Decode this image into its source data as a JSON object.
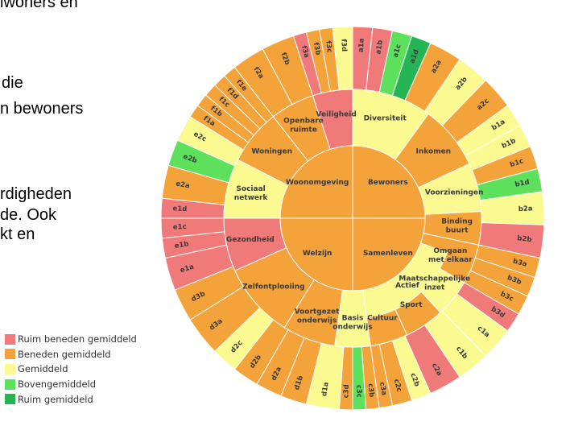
{
  "background_text": [
    "lwoners en",
    "die",
    "n bewoners",
    "rdigheden",
    "de. Ook",
    "kt en"
  ],
  "colors": {
    "ruim_beneden": "#f07a7a",
    "beneden": "#f4a23a",
    "gemiddeld": "#fafa91",
    "boven": "#5de15d",
    "ruim_boven": "#25b554",
    "core": "#f4a23a",
    "stroke": "#ffffff"
  },
  "legend": [
    {
      "label": "Ruim beneden gemiddeld",
      "color": "#f07a7a"
    },
    {
      "label": "Beneden gemiddeld",
      "color": "#f4a23a"
    },
    {
      "label": "Gemiddeld",
      "color": "#fafa91"
    },
    {
      "label": "Bovengemiddeld",
      "color": "#5de15d"
    },
    {
      "label": "Ruim gemiddeld",
      "color": "#25b554"
    }
  ],
  "chart_data": {
    "type": "sunburst",
    "core": [
      {
        "label": "Bewoners",
        "from": 0,
        "to": 90
      },
      {
        "label": "Samenleven",
        "from": 90,
        "to": 180
      },
      {
        "label": "Welzijn",
        "from": 180,
        "to": 270
      },
      {
        "label": "Woonomgeving",
        "from": 270,
        "to": 360
      }
    ],
    "themes": [
      {
        "label": "Diversiteit",
        "from": 0,
        "to": 36,
        "rating": "gemiddeld"
      },
      {
        "label": "Inkomen",
        "from": 36,
        "to": 65,
        "rating": "beneden"
      },
      {
        "label": "Voorzieningen",
        "from": 65,
        "to": 87,
        "rating": "gemiddeld"
      },
      {
        "label": "Binding buurt",
        "from": 87,
        "to": 102,
        "rating": "beneden"
      },
      {
        "label": "Omgaan met elkaar",
        "from": 102,
        "to": 120,
        "rating": "beneden"
      },
      {
        "label": "Maatschappelijke inzet",
        "from": 120,
        "to": 137,
        "rating": "gemiddeld"
      },
      {
        "label": "Sport",
        "from": 137,
        "to": 155,
        "rating": "beneden"
      },
      {
        "label": "Cultuur",
        "from": 155,
        "to": 172,
        "rating": "beneden"
      },
      {
        "label": "Actief",
        "from": 110,
        "to": 172,
        "rating": "gemiddeld",
        "level": 1.5
      },
      {
        "label": "Basis onderwijs",
        "from": 172,
        "to": 188,
        "rating": "gemiddeld"
      },
      {
        "label": "Voortgezet onderwijs",
        "from": 188,
        "to": 212,
        "rating": "beneden"
      },
      {
        "label": "Zelfontplooiing",
        "from": 212,
        "to": 246,
        "rating": "beneden"
      },
      {
        "label": "Gezondheid",
        "from": 246,
        "to": 270,
        "rating": "ruim_beneden"
      },
      {
        "label": "Sociaal netwerk",
        "from": 270,
        "to": 297,
        "rating": "gemiddeld"
      },
      {
        "label": "Woningen",
        "from": 297,
        "to": 322,
        "rating": "beneden"
      },
      {
        "label": "Openbare ruimte",
        "from": 322,
        "to": 342,
        "rating": "beneden"
      },
      {
        "label": "Veiligheid",
        "from": 342,
        "to": 360,
        "rating": "ruim_beneden"
      }
    ],
    "segments": [
      {
        "label": "a1a",
        "from": 0,
        "to": 6,
        "rating": "ruim_beneden"
      },
      {
        "label": "a1b",
        "from": 6,
        "to": 12,
        "rating": "ruim_beneden"
      },
      {
        "label": "a1c",
        "from": 12,
        "to": 18,
        "rating": "boven"
      },
      {
        "label": "a1d",
        "from": 18,
        "to": 24,
        "rating": "ruim_boven"
      },
      {
        "label": "a2a",
        "from": 24,
        "to": 34,
        "rating": "beneden"
      },
      {
        "label": "a2b",
        "from": 34,
        "to": 44,
        "rating": "gemiddeld"
      },
      {
        "label": "a2c",
        "from": 44,
        "to": 54,
        "rating": "beneden"
      },
      {
        "label": "b1a",
        "from": 54,
        "to": 61,
        "rating": "gemiddeld"
      },
      {
        "label": "b1b",
        "from": 61,
        "to": 68,
        "rating": "gemiddeld"
      },
      {
        "label": "b1c",
        "from": 68,
        "to": 75,
        "rating": "beneden"
      },
      {
        "label": "b1d",
        "from": 75,
        "to": 82,
        "rating": "boven"
      },
      {
        "label": "b2a",
        "from": 82,
        "to": 92,
        "rating": "gemiddeld"
      },
      {
        "label": "b2b",
        "from": 92,
        "to": 102,
        "rating": "ruim_beneden"
      },
      {
        "label": "b3a",
        "from": 102,
        "to": 108,
        "rating": "beneden"
      },
      {
        "label": "b3b",
        "from": 108,
        "to": 114,
        "rating": "beneden"
      },
      {
        "label": "b3c",
        "from": 114,
        "to": 120,
        "rating": "beneden"
      },
      {
        "label": "b3d",
        "from": 120,
        "to": 126,
        "rating": "ruim_beneden"
      },
      {
        "label": "c1a",
        "from": 126,
        "to": 136,
        "rating": "gemiddeld"
      },
      {
        "label": "c1b",
        "from": 136,
        "to": 146,
        "rating": "gemiddeld"
      },
      {
        "label": "c2a",
        "from": 146,
        "to": 156,
        "rating": "ruim_beneden"
      },
      {
        "label": "c2b",
        "from": 156,
        "to": 162,
        "rating": "gemiddeld"
      },
      {
        "label": "c2c",
        "from": 162,
        "to": 168,
        "rating": "beneden"
      },
      {
        "label": "c3a",
        "from": 168,
        "to": 172,
        "rating": "beneden"
      },
      {
        "label": "c3b",
        "from": 172,
        "to": 176,
        "rating": "beneden"
      },
      {
        "label": "c3c",
        "from": 176,
        "to": 180,
        "rating": "boven"
      },
      {
        "label": "c3d",
        "from": 180,
        "to": 184,
        "rating": "beneden"
      },
      {
        "label": "d1a",
        "from": 184,
        "to": 194,
        "rating": "gemiddeld"
      },
      {
        "label": "d1b",
        "from": 194,
        "to": 202,
        "rating": "beneden"
      },
      {
        "label": "d2a",
        "from": 202,
        "to": 210,
        "rating": "beneden"
      },
      {
        "label": "d2b",
        "from": 210,
        "to": 218,
        "rating": "beneden"
      },
      {
        "label": "d2c",
        "from": 218,
        "to": 226,
        "rating": "gemiddeld"
      },
      {
        "label": "d3a",
        "from": 226,
        "to": 238,
        "rating": "beneden"
      },
      {
        "label": "d3b",
        "from": 238,
        "to": 248,
        "rating": "beneden"
      },
      {
        "label": "e1a",
        "from": 248,
        "to": 258,
        "rating": "ruim_beneden"
      },
      {
        "label": "e1b",
        "from": 258,
        "to": 264,
        "rating": "ruim_beneden"
      },
      {
        "label": "e1c",
        "from": 264,
        "to": 270,
        "rating": "ruim_beneden"
      },
      {
        "label": "e1d",
        "from": 270,
        "to": 276,
        "rating": "ruim_beneden"
      },
      {
        "label": "e2a",
        "from": 276,
        "to": 286,
        "rating": "beneden"
      },
      {
        "label": "e2b",
        "from": 286,
        "to": 294,
        "rating": "boven"
      },
      {
        "label": "e2c",
        "from": 294,
        "to": 302,
        "rating": "gemiddeld"
      },
      {
        "label": "f1a",
        "from": 302,
        "to": 306,
        "rating": "beneden"
      },
      {
        "label": "f1b",
        "from": 306,
        "to": 310,
        "rating": "beneden"
      },
      {
        "label": "f1c",
        "from": 310,
        "to": 314,
        "rating": "beneden"
      },
      {
        "label": "f1d",
        "from": 314,
        "to": 318,
        "rating": "beneden"
      },
      {
        "label": "f1e",
        "from": 318,
        "to": 322,
        "rating": "beneden"
      },
      {
        "label": "f2a",
        "from": 322,
        "to": 332,
        "rating": "beneden"
      },
      {
        "label": "f2b",
        "from": 332,
        "to": 342,
        "rating": "beneden"
      },
      {
        "label": "f3a",
        "from": 342,
        "to": 346,
        "rating": "ruim_beneden"
      },
      {
        "label": "f3b",
        "from": 346,
        "to": 350,
        "rating": "beneden"
      },
      {
        "label": "f3c",
        "from": 350,
        "to": 354,
        "rating": "beneden"
      },
      {
        "label": "f3d",
        "from": 354,
        "to": 360,
        "rating": "gemiddeld"
      }
    ]
  }
}
